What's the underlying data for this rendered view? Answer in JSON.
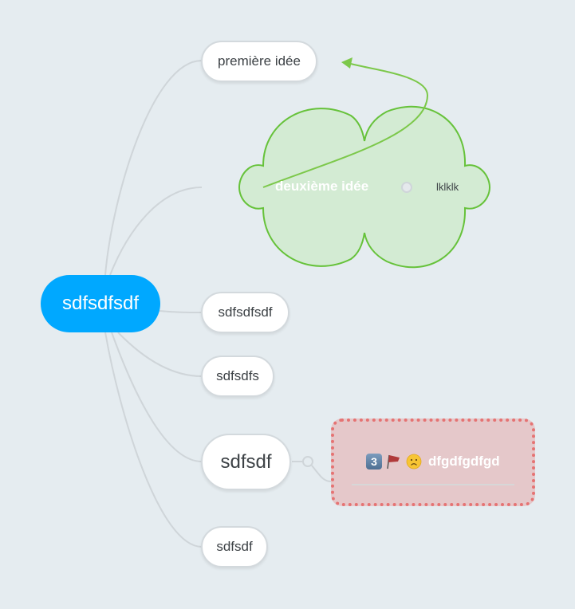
{
  "colors": {
    "background": "#e5ecf0",
    "root": "#00a8ff",
    "connector": "#cfd5d9",
    "cloud_fill": "#d3ebd3",
    "cloud_stroke": "#66c23a",
    "relation_arrow": "#7cc84a",
    "flagged_fill": "#e5c8ca",
    "flagged_border": "#e57373"
  },
  "mindmap": {
    "root": {
      "label": "sdfsdfsdf"
    },
    "branches": [
      {
        "label": "première idée"
      },
      {
        "label": "deuxième idée",
        "shape": "cloud",
        "children": [
          {
            "label": "lklklk"
          }
        ]
      },
      {
        "label": "sdfsdfsdf"
      },
      {
        "label": "sdfsdfs"
      },
      {
        "label": "sdfsdf",
        "children": [
          {
            "label": "dfgdfgdfgd",
            "icons": [
              "priority-3-icon",
              "flag-icon",
              "sad-face-icon"
            ],
            "priority": "3"
          }
        ]
      },
      {
        "label": "sdfsdf"
      }
    ],
    "relationship": {
      "from": "deuxième idée",
      "to": "première idée"
    }
  }
}
